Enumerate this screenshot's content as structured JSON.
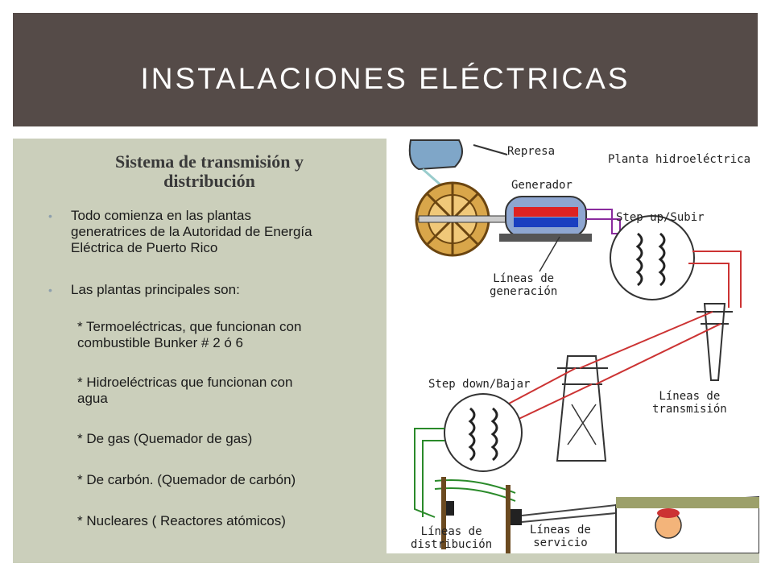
{
  "slide": {
    "title": "INSTALACIONES ELÉCTRICAS",
    "subtitle_line1": "Sistema de transmisión y",
    "subtitle_line2": "distribución"
  },
  "bullets": [
    {
      "line1": "Todo comienza en las plantas",
      "line2": "generatrices de la Autoridad de Energía",
      "line3": "Eléctrica de Puerto Rico"
    },
    {
      "line1": "Las plantas principales son:"
    }
  ],
  "sub_items": [
    {
      "line1": "* Termoeléctricas, que funcionan con",
      "line2": "combustible Bunker # 2 ó 6"
    },
    {
      "line1": "* Hidroeléctricas que funcionan con",
      "line2": "agua"
    },
    {
      "line1": "* De gas (Quemador de gas)"
    },
    {
      "line1": "* De carbón. (Quemador de carbón)"
    },
    {
      "line1": "* Nucleares ( Reactores atómicos)"
    }
  ],
  "diagram": {
    "represa": "Represa",
    "planta": "Planta hidroeléctrica",
    "generador": "Generador",
    "step_up": "Step up/Subir",
    "lineas_gen_1": "Líneas de",
    "lineas_gen_2": "generación",
    "step_down": "Step down/Bajar",
    "lineas_trans_1": "Líneas de",
    "lineas_trans_2": "transmisión",
    "lineas_dist_1": "Líneas de",
    "lineas_dist_2": "distribución",
    "lineas_serv_1": "Líneas de",
    "lineas_serv_2": "servicio"
  }
}
